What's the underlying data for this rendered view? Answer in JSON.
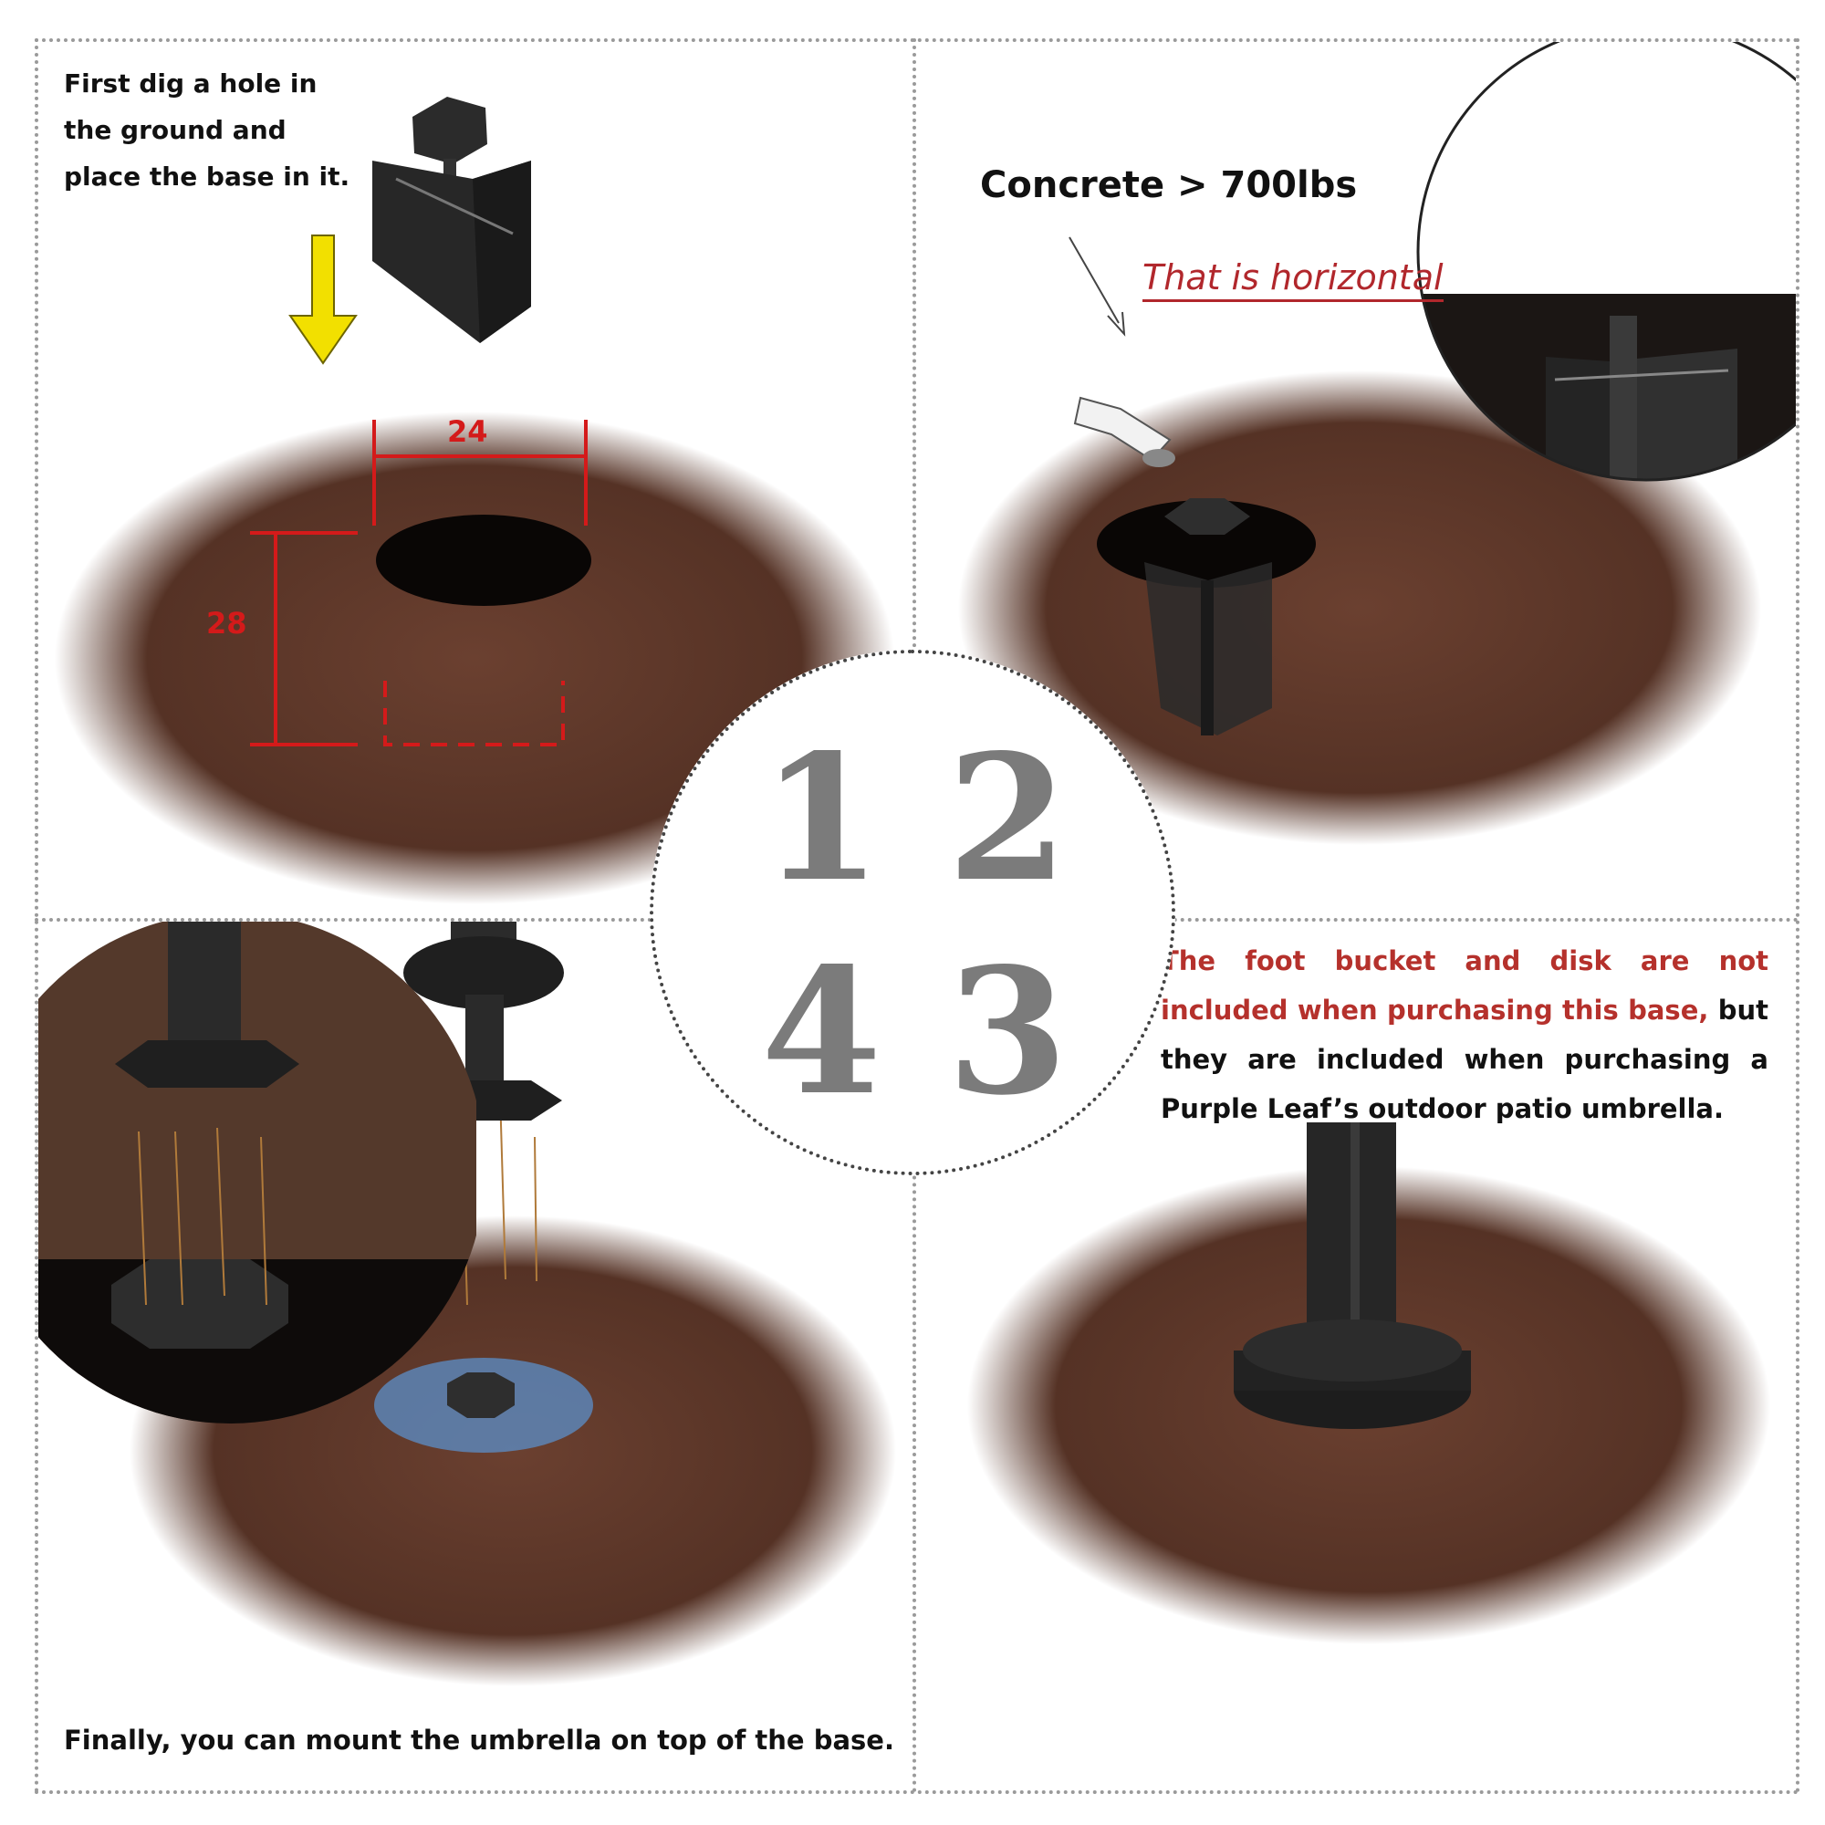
{
  "steps": {
    "step1": {
      "number": "1",
      "text": "First dig a hole in the ground and place the base in it.",
      "width_label": "24",
      "depth_label": "28"
    },
    "step2": {
      "number": "2",
      "title": "Concrete > 700lbs",
      "level_note": "That is horizontal"
    },
    "step3": {
      "number": "3",
      "note_red": "The foot bucket and disk are not included when purchasing this base,",
      "note_black": " but they are included when purchasing a Purple Leaf’s outdoor patio umbrella."
    },
    "step4": {
      "number": "4",
      "text": "Finally, you can mount the umbrella on top of the base."
    }
  },
  "icons": [
    "down-arrow-icon",
    "shovel-icon",
    "magnifier-inset"
  ],
  "colors": {
    "soil": "#5a3424",
    "arrow": "#f2e000",
    "measure": "#d41a1a",
    "accent_red": "#b5312c",
    "digit": "#7b7b7b",
    "metal": "#2a2a2a",
    "water": "#5b8fc9"
  }
}
